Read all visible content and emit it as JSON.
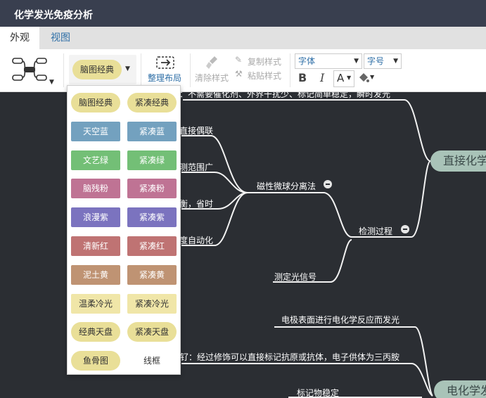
{
  "window": {
    "title": "化学发光免疫分析"
  },
  "tabs": [
    {
      "label": "外观",
      "active": true
    },
    {
      "label": "视图",
      "active": false
    }
  ],
  "toolbar": {
    "current_theme": "脑图经典",
    "arrange_label": "整理布局",
    "clear_style_label": "清除样式",
    "copy_style_label": "复制样式",
    "paste_style_label": "粘贴样式",
    "font_family_placeholder": "字体",
    "font_size_placeholder": "字号",
    "bold_label": "B",
    "italic_label": "I",
    "font_color_label": "A"
  },
  "theme_menu": {
    "items": [
      {
        "label": "脑图经典",
        "style": "pill",
        "bg": "#e9df98"
      },
      {
        "label": "紧凑经典",
        "style": "pill",
        "bg": "#e9df98"
      },
      {
        "label": "天空蓝",
        "style": "rect",
        "bg": "#73a1bf"
      },
      {
        "label": "紧凑蓝",
        "style": "rect",
        "bg": "#73a1bf"
      },
      {
        "label": "文艺绿",
        "style": "rect",
        "bg": "#73bf76"
      },
      {
        "label": "紧凑绿",
        "style": "rect",
        "bg": "#73bf76"
      },
      {
        "label": "脑残粉",
        "style": "rect",
        "bg": "#bf7394"
      },
      {
        "label": "紧凑粉",
        "style": "rect",
        "bg": "#bf7394"
      },
      {
        "label": "浪漫紫",
        "style": "rect",
        "bg": "#7b73bf"
      },
      {
        "label": "紧凑紫",
        "style": "rect",
        "bg": "#7b73bf"
      },
      {
        "label": "清新红",
        "style": "rect",
        "bg": "#bf7373"
      },
      {
        "label": "紧凑红",
        "style": "rect",
        "bg": "#bf7373"
      },
      {
        "label": "泥土黄",
        "style": "rect",
        "bg": "#bf9373"
      },
      {
        "label": "紧凑黄",
        "style": "rect",
        "bg": "#bf9373"
      },
      {
        "label": "温柔冷光",
        "style": "square",
        "bg": "#f0e6a8",
        "fg": "#333"
      },
      {
        "label": "紧凑冷光",
        "style": "square",
        "bg": "#f0e6a8",
        "fg": "#333"
      },
      {
        "label": "经典天盘",
        "style": "pill",
        "bg": "#e9df98"
      },
      {
        "label": "紧凑天盘",
        "style": "pill",
        "bg": "#e9df98"
      },
      {
        "label": "鱼骨图",
        "style": "pill",
        "bg": "#e9df98"
      },
      {
        "label": "线框",
        "style": "plain",
        "bg": "#ffffff"
      }
    ]
  },
  "mindmap": {
    "roots": [
      "直接化学",
      "电化学发"
    ],
    "nodes": {
      "top_cut": "：不需要催化剂、外界干扰少、标记简单稳定，瞬时发光",
      "direct_couple": "直接偶联",
      "range": "测范围广",
      "time": "衡，省时",
      "auto": "度自动化",
      "magnetic": "磁性微球分离法",
      "detect": "检测过程",
      "measure": "测定光信号",
      "electrode": "电极表面进行电化学反应而发光",
      "ruthenium": "钌：经过修饰可以直接标记抗原或抗体，电子供体为三丙胺",
      "stable": "标记物稳定"
    }
  },
  "colors": {
    "title_bg": "#393f4f",
    "canvas_bg": "#2b2e33",
    "accent": "#2d6ea6",
    "root_node": "#a9c3b8"
  }
}
